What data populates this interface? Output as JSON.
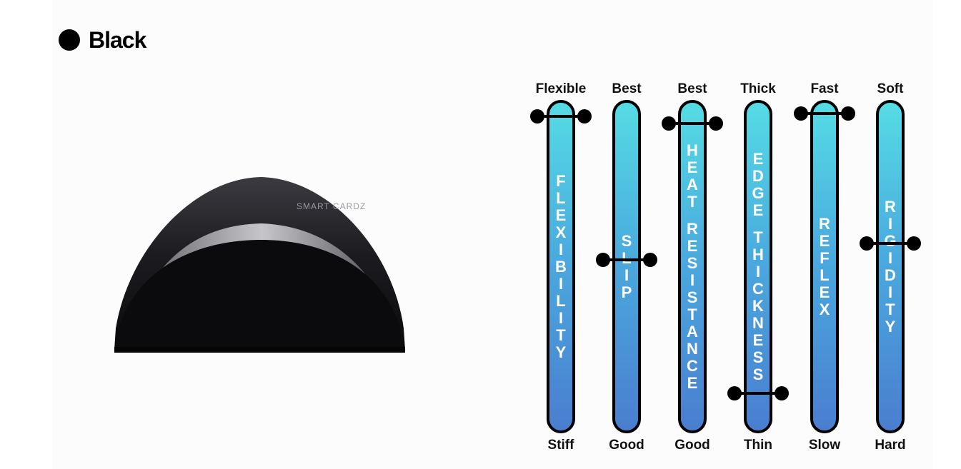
{
  "header": {
    "color_name": "Black",
    "swatch_color": "#000000"
  },
  "product": {
    "brand_text": "SMART CARDZ"
  },
  "sliders": [
    {
      "word": "FLEXIBILITY",
      "top_label": "Flexible",
      "bottom_label": "Stiff",
      "value": 0.95
    },
    {
      "word": "SLIP",
      "top_label": "Best",
      "bottom_label": "Good",
      "value": 0.52
    },
    {
      "word": "HEAT RESISTANCE",
      "top_label": "Best",
      "bottom_label": "Good",
      "value": 0.93
    },
    {
      "word": "EDGE THICKNESS",
      "top_label": "Thick",
      "bottom_label": "Thin",
      "value": 0.12
    },
    {
      "word": "REFLEX",
      "top_label": "Fast",
      "bottom_label": "Slow",
      "value": 0.96
    },
    {
      "word": "RIGIDITY",
      "top_label": "Soft",
      "bottom_label": "Hard",
      "value": 0.57
    }
  ],
  "colors": {
    "track_top": "#55dce4",
    "track_bottom": "#4a7ed0",
    "knob": "#000000"
  }
}
